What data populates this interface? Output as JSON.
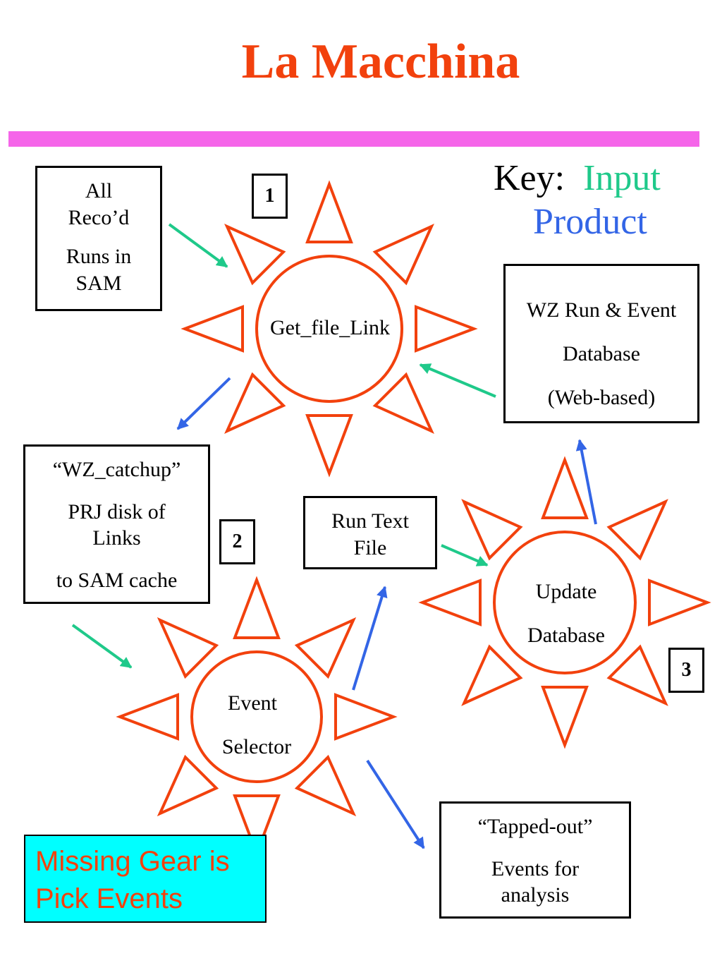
{
  "title": "La Macchina",
  "colors": {
    "title": "#f2410d",
    "rule": "#f565e9",
    "gear": "#f2410d",
    "input_arrow": "#1fc98a",
    "product_arrow": "#3365e6",
    "note_background": "#00ffff",
    "note_text": "#f2410d"
  },
  "key": {
    "label": "Key:",
    "input": "Input",
    "product": "Product"
  },
  "gears": [
    {
      "number": "1",
      "lines": [
        "Get_file_Link"
      ]
    },
    {
      "number": "2",
      "lines": [
        "Event",
        "Selector"
      ]
    },
    {
      "number": "3",
      "lines": [
        "Update",
        "Database"
      ]
    }
  ],
  "boxes": {
    "all_reco": [
      "All",
      "Reco’d",
      "Runs in",
      "SAM"
    ],
    "wz_database": [
      "WZ Run & Event",
      "Database",
      "(Web-based)"
    ],
    "wz_catchup": [
      "“WZ_catchup”",
      "PRJ disk of",
      "Links",
      "to SAM cache"
    ],
    "run_text_file": [
      "Run Text",
      "File"
    ],
    "tapped_out": [
      "“Tapped-out”",
      "Events for",
      "analysis"
    ]
  },
  "note": [
    "Missing Gear is",
    "Pick Events"
  ]
}
